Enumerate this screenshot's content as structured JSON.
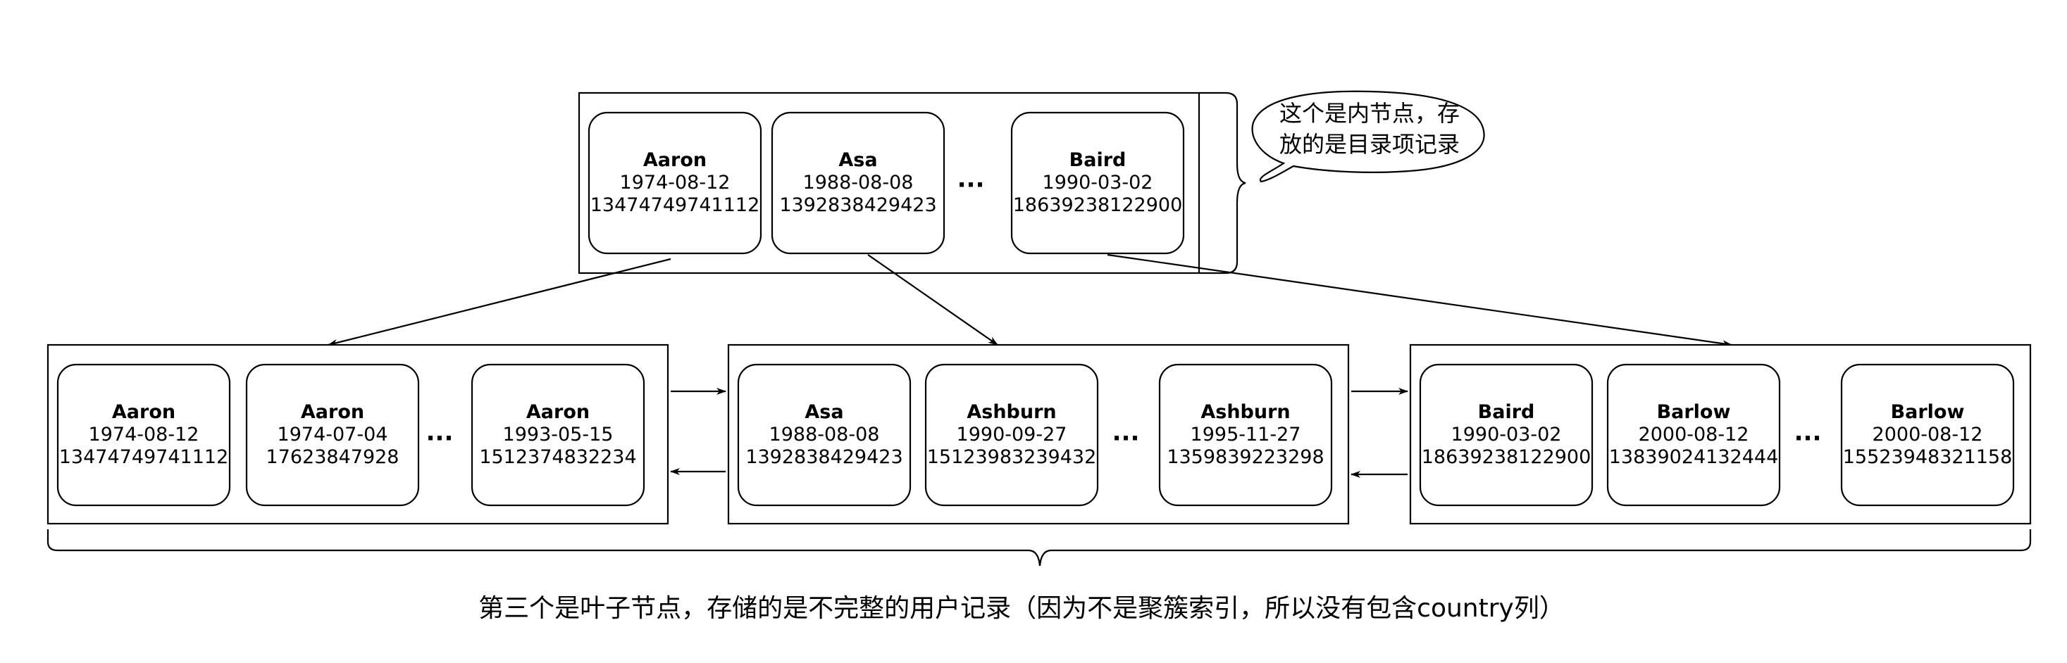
{
  "internal_node": {
    "records": [
      {
        "name": "Aaron",
        "date": "1974-08-12",
        "phone": "13474749741112"
      },
      {
        "name": "Asa",
        "date": "1988-08-08",
        "phone": "1392838429423"
      },
      {
        "name": "Baird",
        "date": "1990-03-02",
        "phone": "18639238122900"
      }
    ],
    "ellipsis": "···",
    "callout": {
      "line1": "这个是内节点，存",
      "line2": "放的是目录项记录"
    }
  },
  "leaf_nodes": [
    {
      "records": [
        {
          "name": "Aaron",
          "date": "1974-08-12",
          "phone": "13474749741112"
        },
        {
          "name": "Aaron",
          "date": "1974-07-04",
          "phone": "17623847928"
        },
        {
          "name": "Aaron",
          "date": "1993-05-15",
          "phone": "1512374832234"
        }
      ],
      "ellipsis": "···"
    },
    {
      "records": [
        {
          "name": "Asa",
          "date": "1988-08-08",
          "phone": "1392838429423"
        },
        {
          "name": "Ashburn",
          "date": "1990-09-27",
          "phone": "15123983239432"
        },
        {
          "name": "Ashburn",
          "date": "1995-11-27",
          "phone": "1359839223298"
        }
      ],
      "ellipsis": "···"
    },
    {
      "records": [
        {
          "name": "Baird",
          "date": "1990-03-02",
          "phone": "18639238122900"
        },
        {
          "name": "Barlow",
          "date": "2000-08-12",
          "phone": "13839024132444"
        },
        {
          "name": "Barlow",
          "date": "2000-08-12",
          "phone": "15523948321158"
        }
      ],
      "ellipsis": "···"
    }
  ],
  "caption": "第三个是叶子节点，存储的是不完整的用户记录（因为不是聚簇索引，所以没有包含country列）"
}
